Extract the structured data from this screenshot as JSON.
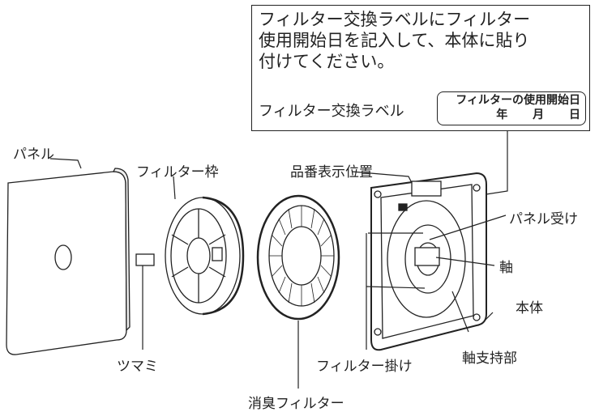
{
  "callout": {
    "instruction_lines": [
      "フィルター交換ラベルにフィルター",
      "使用開始日を記入して、本体に貼り",
      "付けてください。"
    ],
    "label_name": "フィルター交換ラベル",
    "label_title": "フィルターの使用開始日",
    "label_year": "年",
    "label_month": "月",
    "label_day": "日"
  },
  "parts": {
    "panel": "パネル",
    "filter_frame": "フィルター枠",
    "knob": "ツマミ",
    "deodorizing_filter": "消臭フィルター",
    "model_number_position": "品番表示位置",
    "panel_holder": "パネル受け",
    "shaft": "軸",
    "main_body": "本体",
    "shaft_support": "軸支持部",
    "filter_hook": "フィルター掛け"
  }
}
